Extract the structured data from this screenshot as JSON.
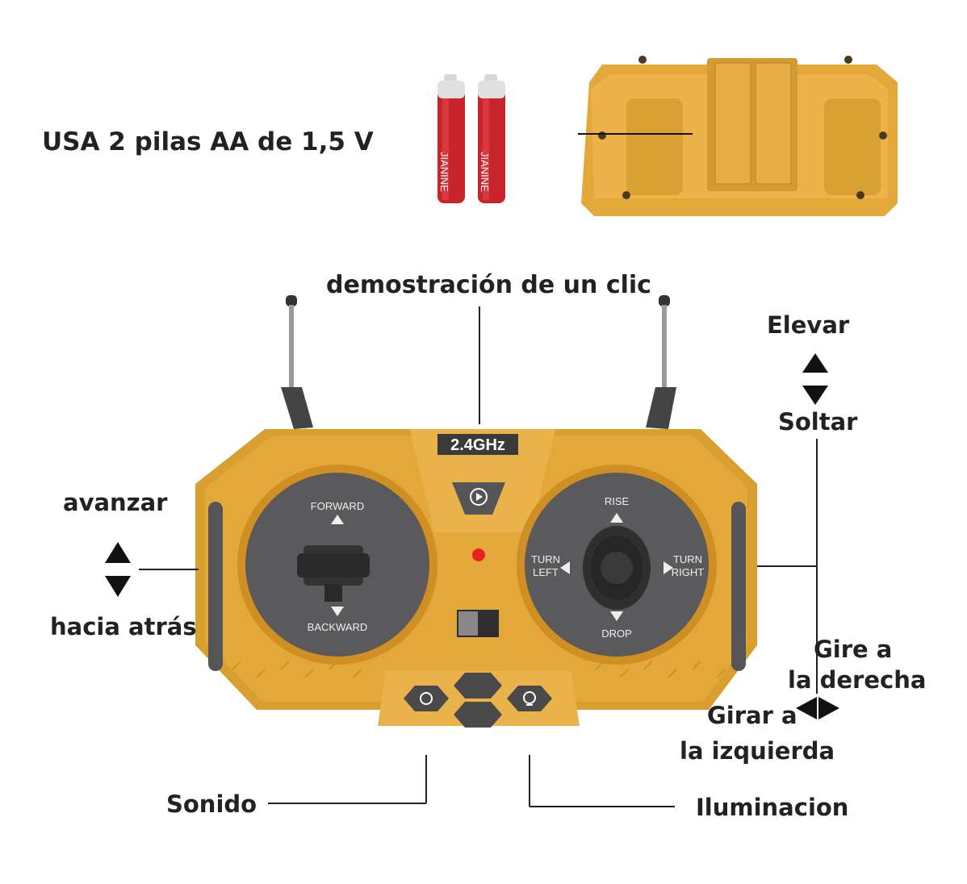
{
  "battery_note": "USA 2 pilas AA de 1,5 V",
  "battery_brand": "JIANINE",
  "controller": {
    "frequency_badge": "2.4GHz",
    "left_stick": {
      "forward": "FORWARD",
      "backward": "BACKWARD"
    },
    "right_stick": {
      "rise": "RISE",
      "drop": "DROP",
      "turn_left": [
        "TURN",
        "LEFT"
      ],
      "turn_right": [
        "TURN",
        "RIGHT"
      ]
    }
  },
  "callouts": {
    "demo": "demostración de un clic",
    "raise": "Elevar",
    "release": "Soltar",
    "forward": "avanzar",
    "backward": "hacia atrás",
    "turn_right_1": "Gire a",
    "turn_right_2": "la derecha",
    "turn_left_1": "Girar a",
    "turn_left_2": "la izquierda",
    "sound": "Sonido",
    "lighting": "Iluminacion"
  },
  "colors": {
    "body_yellow": "#E3A83A",
    "body_dark": "#C98E26",
    "dial_gray": "#5A5A5C",
    "battery_red": "#C8242B",
    "led_red": "#E8201E"
  }
}
